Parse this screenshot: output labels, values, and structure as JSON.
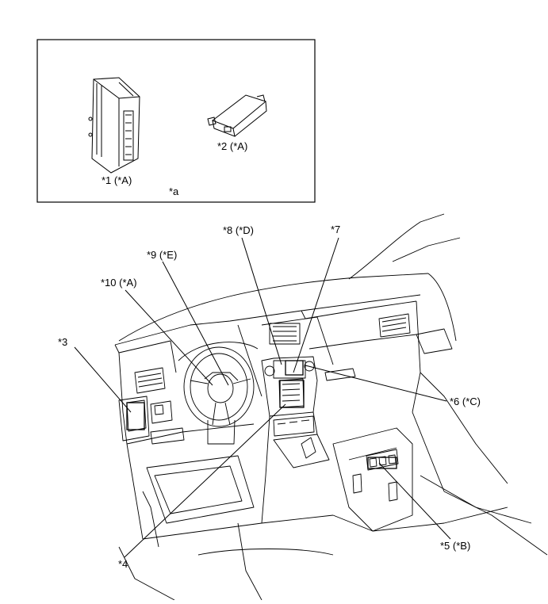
{
  "inset": {
    "label": "*a",
    "parts": [
      {
        "id": "part-1",
        "label": "*1 (*A)",
        "icon": "ecu-module-icon"
      },
      {
        "id": "part-2",
        "label": "*2 (*A)",
        "icon": "small-module-icon"
      }
    ]
  },
  "callouts": [
    {
      "id": "3",
      "label": "*3"
    },
    {
      "id": "4",
      "label": "*4"
    },
    {
      "id": "5",
      "label": "*5 (*B)"
    },
    {
      "id": "6",
      "label": "*6 (*C)"
    },
    {
      "id": "7",
      "label": "*7"
    },
    {
      "id": "8",
      "label": "*8 (*D)"
    },
    {
      "id": "9",
      "label": "*9 (*E)"
    },
    {
      "id": "10",
      "label": "*10 (*A)"
    }
  ],
  "style": {
    "line_color": "#000000",
    "background": "#ffffff"
  }
}
